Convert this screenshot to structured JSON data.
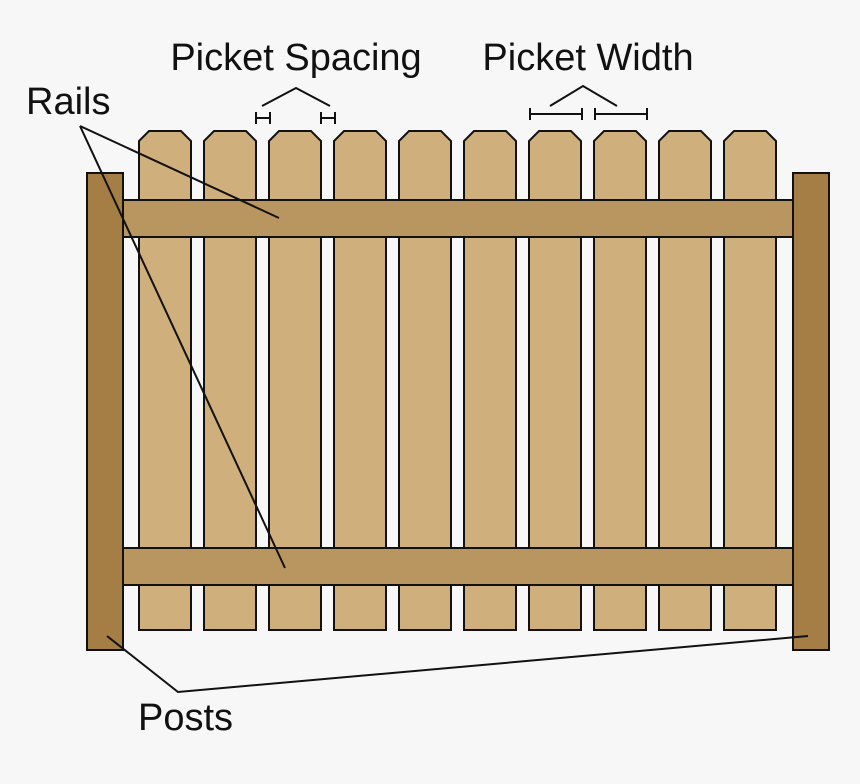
{
  "diagram": {
    "labels": {
      "picket_spacing": "Picket Spacing",
      "picket_width": "Picket Width",
      "rails": "Rails",
      "posts": "Posts"
    },
    "components": {
      "picket_count": 10,
      "rail_count": 2,
      "post_count": 2
    },
    "colors": {
      "background": "#f7f7f7",
      "picket": "#cfaf7c",
      "rail": "#b9955f",
      "post": "#a57e45",
      "outline": "#111111"
    }
  }
}
